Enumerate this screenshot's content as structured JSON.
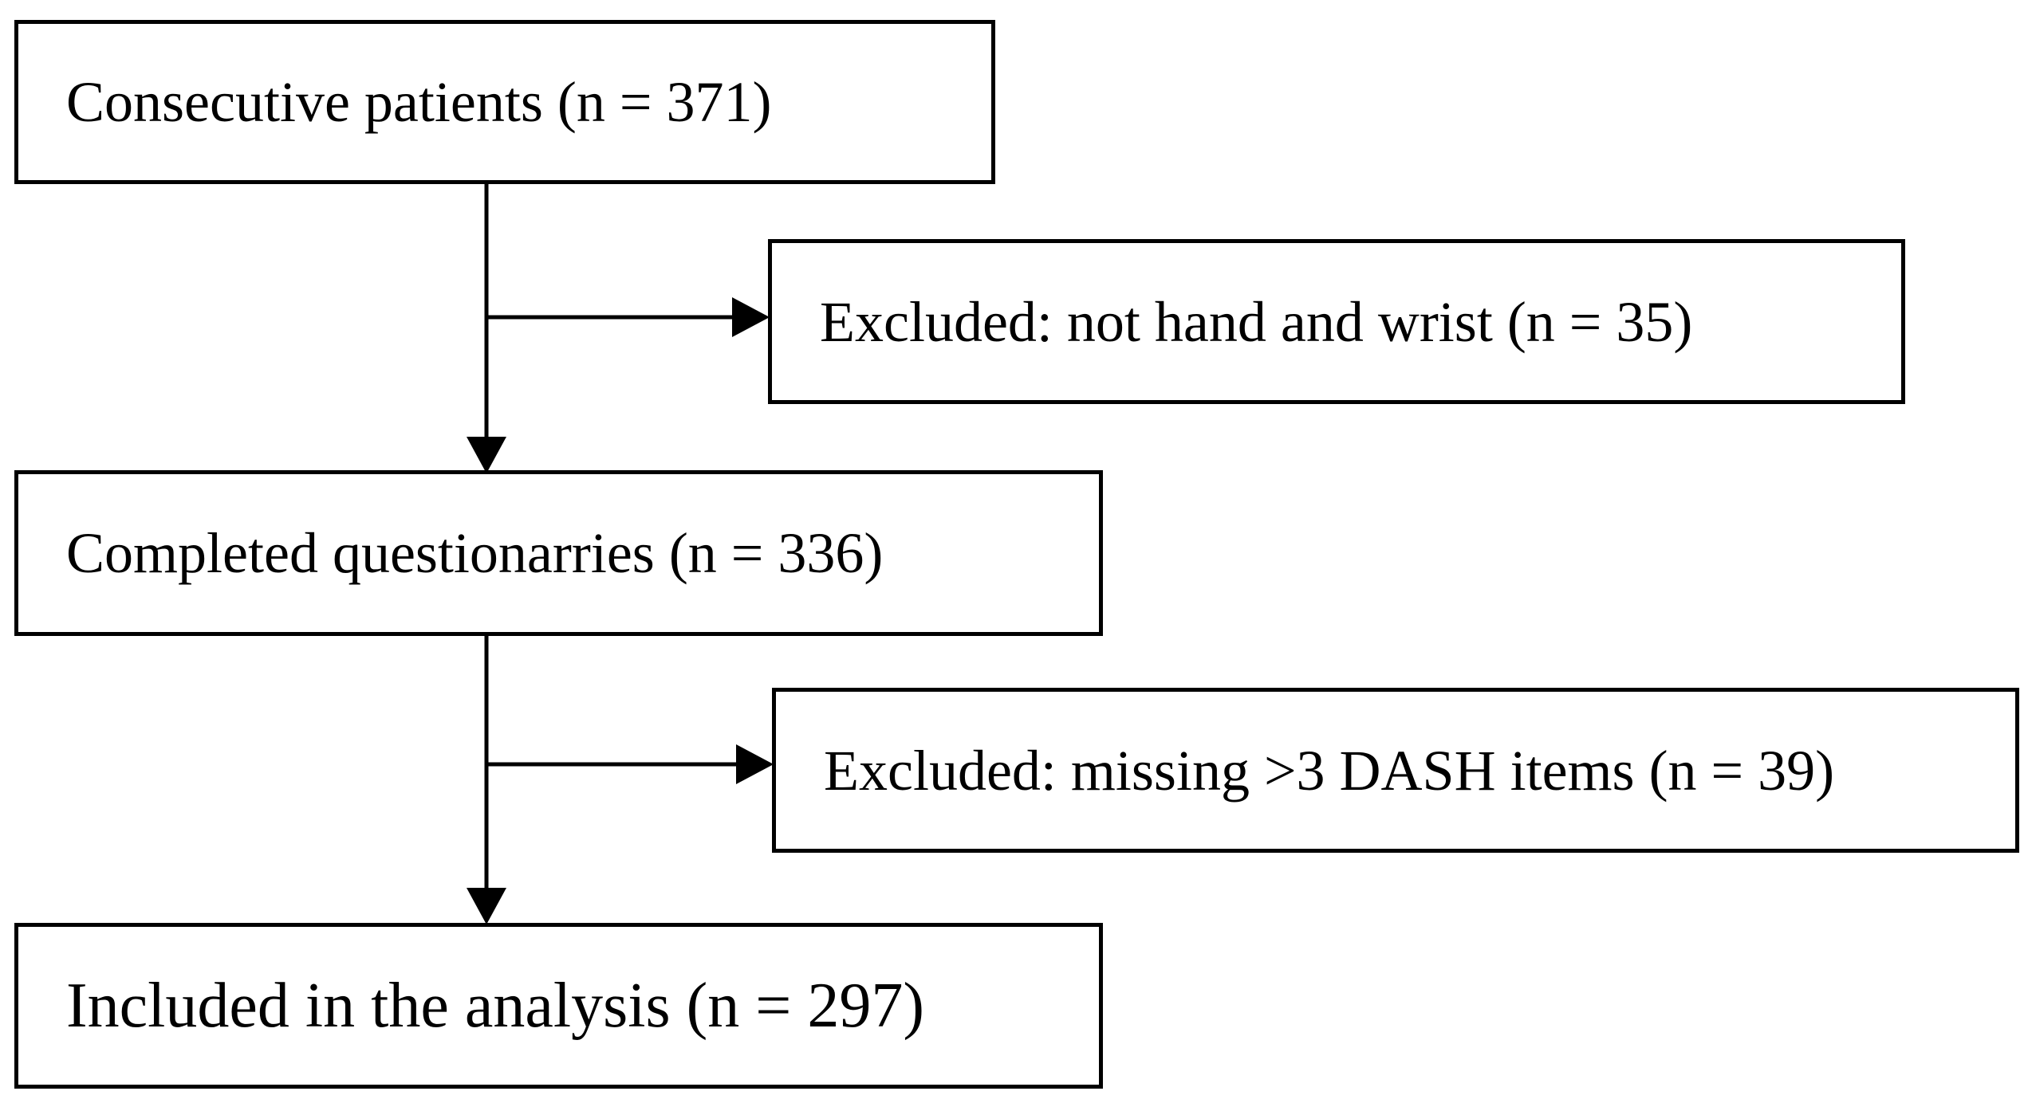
{
  "flowchart": {
    "boxes": {
      "consecutive": "Consecutive patients (n = 371)",
      "excluded_1": "Excluded: not hand and wrist (n = 35)",
      "completed": "Completed questionarries (n = 336)",
      "excluded_2": "Excluded: missing >3 DASH items (n = 39)",
      "included": "Included in the analysis (n = 297)"
    },
    "colors": {
      "line": "#000000",
      "box_fill": "#ffffff"
    }
  }
}
